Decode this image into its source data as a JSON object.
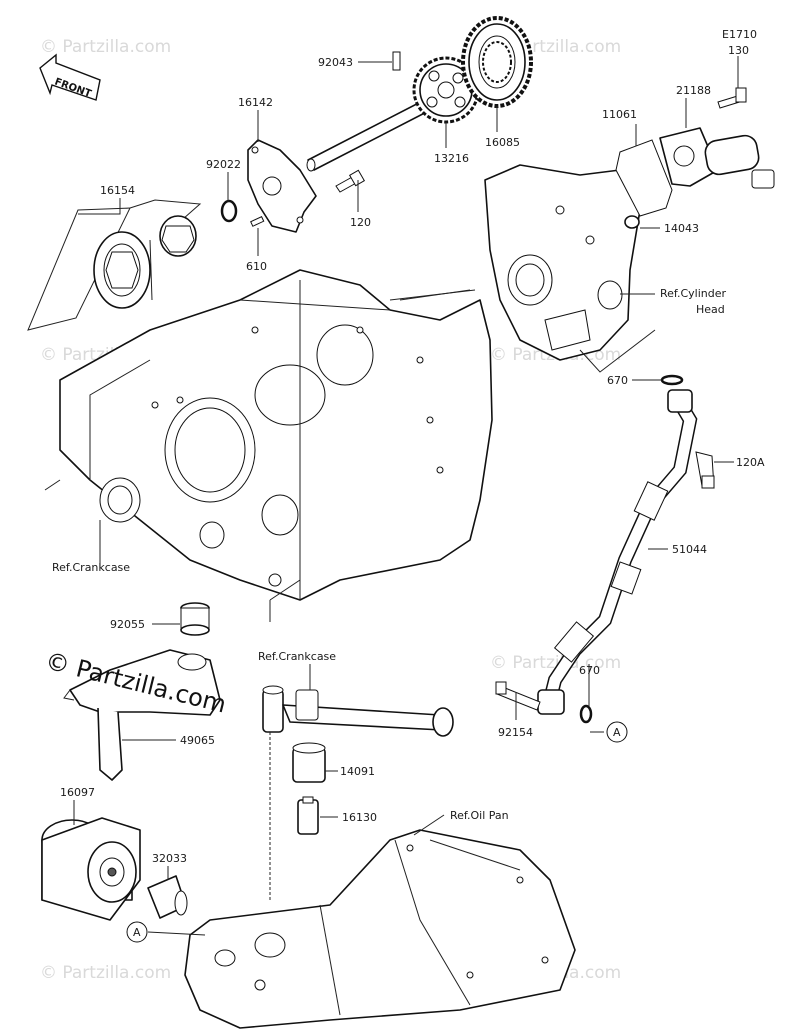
{
  "watermark": {
    "text": "© Partzilla.com",
    "main_text": "© Partzilla.com"
  },
  "front_arrow": {
    "label": "FRONT"
  },
  "part_labels": [
    {
      "id": "92043",
      "text": "92043"
    },
    {
      "id": "16142",
      "text": "16142"
    },
    {
      "id": "92022",
      "text": "92022"
    },
    {
      "id": "16154",
      "text": "16154"
    },
    {
      "id": "120",
      "text": "120"
    },
    {
      "id": "610",
      "text": "610"
    },
    {
      "id": "13216",
      "text": "13216"
    },
    {
      "id": "16085",
      "text": "16085"
    },
    {
      "id": "E1710",
      "text": "E1710"
    },
    {
      "id": "130",
      "text": "130"
    },
    {
      "id": "21188",
      "text": "21188"
    },
    {
      "id": "11061",
      "text": "11061"
    },
    {
      "id": "14043",
      "text": "14043"
    },
    {
      "id": "ref_cylinder_head_1",
      "text": "Ref.Cylinder"
    },
    {
      "id": "ref_cylinder_head_2",
      "text": "Head"
    },
    {
      "id": "670_top",
      "text": "670"
    },
    {
      "id": "120A",
      "text": "120A"
    },
    {
      "id": "51044",
      "text": "51044"
    },
    {
      "id": "ref_crankcase_left",
      "text": "Ref.Crankcase"
    },
    {
      "id": "92055",
      "text": "92055"
    },
    {
      "id": "ref_crankcase_mid",
      "text": "Ref.Crankcase"
    },
    {
      "id": "670_bottom",
      "text": "670"
    },
    {
      "id": "A_right",
      "text": "A"
    },
    {
      "id": "92154",
      "text": "92154"
    },
    {
      "id": "49065",
      "text": "49065"
    },
    {
      "id": "14091",
      "text": "14091"
    },
    {
      "id": "16097",
      "text": "16097"
    },
    {
      "id": "16130",
      "text": "16130"
    },
    {
      "id": "ref_oil_pan",
      "text": "Ref.Oil Pan"
    },
    {
      "id": "32033",
      "text": "32033"
    },
    {
      "id": "A_left",
      "text": "A"
    }
  ]
}
